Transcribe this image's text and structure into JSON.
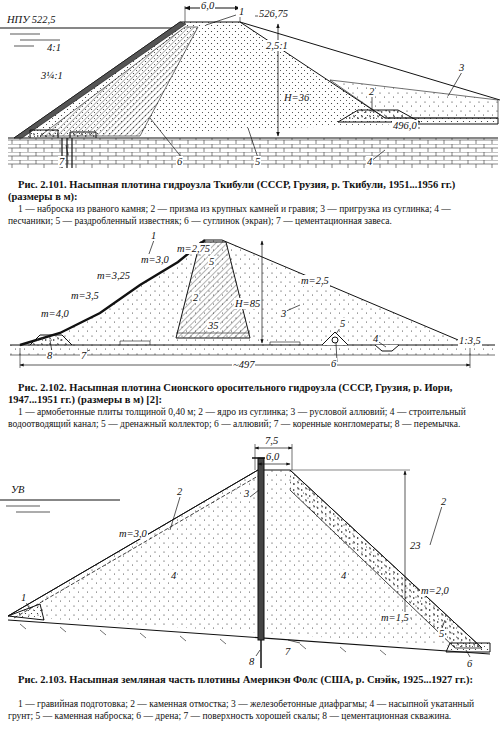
{
  "diagram": {
    "labels": [
      "НПУ 522,5",
      "1",
      "6,0",
      "526,75",
      "4:1",
      "2,5:1",
      "3¼:1",
      "H=36",
      "2",
      "496,0",
      "3",
      "7",
      "6",
      "5",
      "4",
      "Рис. 2.101. Насыпная плотина гидроузла Ткибули (СССР, Грузия, р. Ткибули, 1951...1956 гг.) (размеры в м):",
      "1 — наброска из рваного камня; 2 — призма из крупных камней и гравия; 3 — пригрузка из суглинка; 4 — песчаники; 5 — раздробленный известняк; 6 — суглинок (экран); 7 — цементационная завеса.",
      "1",
      "m=2,75",
      "m=3,0",
      "m=3,25",
      "m=3,5",
      "m=4,0",
      "5",
      "2",
      "H=85",
      "m=2,5",
      "3",
      "35",
      "5",
      "4",
      "1:3,5",
      "8",
      "7",
      "6",
      "~497",
      "Рис. 2.102. Насыпная плотина Сионского оросительного гидроузла (СССР, Грузия, р. Иори, 1947...1951 гг.) (размеры в м) [2]:",
      "1 — армобетонные плиты толщиной 0,40 м; 2 — ядро из суглинка; 3 — русловой аллювий; 4 — строительный водоотводящий канал; 5 — дренажный коллектор; 6 — аллювий; 7 — коренные конгломераты; 8 — перемычка.",
      "7,5",
      "6,0",
      "3",
      "УВ",
      "2",
      "2",
      "m=3,0",
      "4",
      "4",
      "23",
      "m=2,0",
      "m=1,5",
      "1",
      "5",
      "6",
      "7",
      "8",
      "Рис. 2.103. Насыпная земляная часть плотины Америкэн Фолс (США, р. Снэйк, 1925...1927 гг.):",
      "1 — гравийная подготовка; 2 — каменная отмостка; 3 — железобетонные диафрагмы; 4 — насыпной укатанный грунт; 5 — каменная наброска; 6 — дрена; 7 — поверхность хорошей скалы; 8 — цементационная скважина."
    ]
  }
}
